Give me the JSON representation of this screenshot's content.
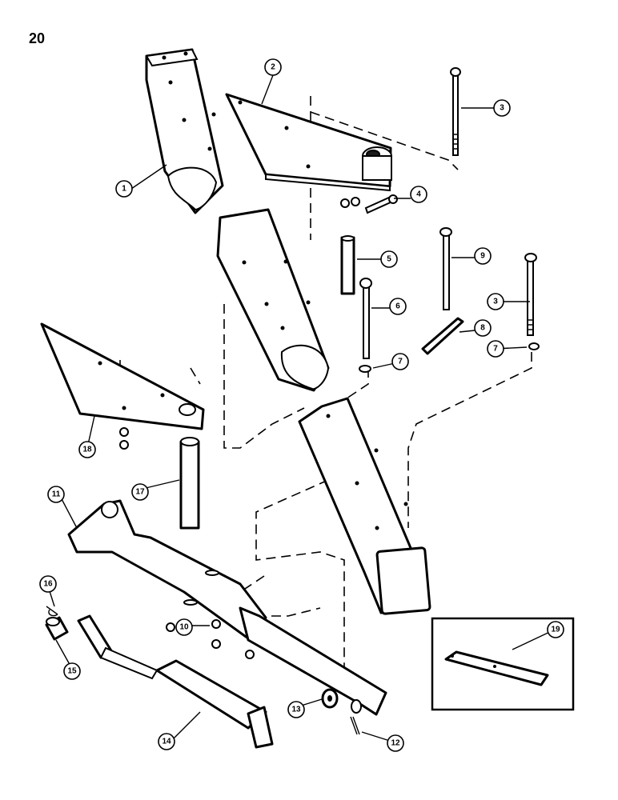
{
  "page_number": "20",
  "callouts": [
    "1",
    "2",
    "3",
    "4",
    "5",
    "6",
    "7",
    "8",
    "9",
    "3",
    "7",
    "18",
    "17",
    "11",
    "16",
    "15",
    "10",
    "14",
    "13",
    "12",
    "19"
  ]
}
